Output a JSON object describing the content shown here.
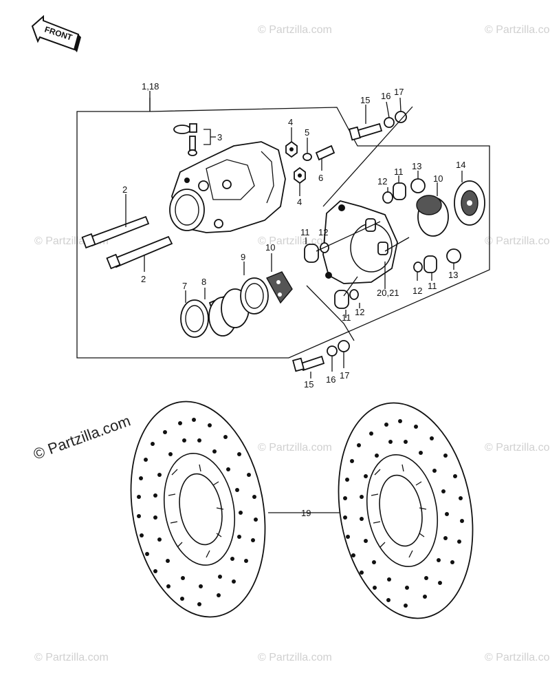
{
  "diagram": {
    "front_label": "FRONT",
    "watermark": "© Partzilla.com",
    "callouts": {
      "c1_18": "1,18",
      "c2a": "2",
      "c2b": "2",
      "c3": "3",
      "c4a": "4",
      "c4b": "4",
      "c5": "5",
      "c6": "6",
      "c7": "7",
      "c8": "8",
      "c9": "9",
      "c10a": "10",
      "c10b": "10",
      "c11a": "11",
      "c11b": "11",
      "c11c": "11",
      "c11d": "11",
      "c12a": "12",
      "c12b": "12",
      "c12c": "12",
      "c12d": "12",
      "c13a": "13",
      "c13b": "13",
      "c14": "14",
      "c15a": "15",
      "c15b": "15",
      "c16a": "16",
      "c16b": "16",
      "c17a": "17",
      "c17b": "17",
      "c19": "19",
      "c20_21": "20,21"
    }
  }
}
